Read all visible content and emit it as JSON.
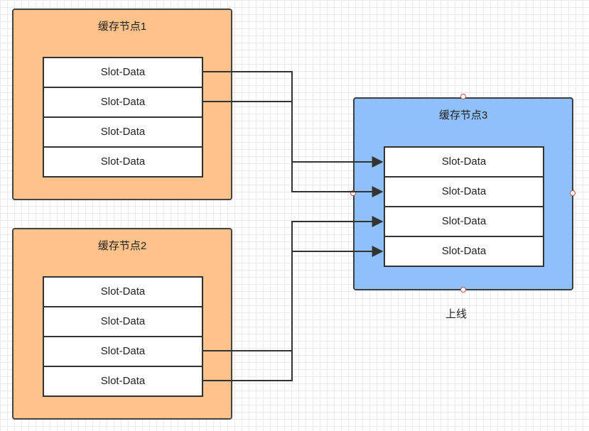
{
  "nodes": [
    {
      "title": "缓存节点1",
      "slots": [
        "Slot-Data",
        "Slot-Data",
        "Slot-Data",
        "Slot-Data"
      ]
    },
    {
      "title": "缓存节点2",
      "slots": [
        "Slot-Data",
        "Slot-Data",
        "Slot-Data",
        "Slot-Data"
      ]
    },
    {
      "title": "缓存节点3",
      "slots": [
        "Slot-Data",
        "Slot-Data",
        "Slot-Data",
        "Slot-Data"
      ]
    }
  ],
  "caption": "上线",
  "colors": {
    "source_node_fill": "#ffc28a",
    "target_node_fill": "#90c0fc",
    "slot_fill": "#ffffff",
    "connector": "#333333",
    "handle_border": "#c0504d"
  }
}
